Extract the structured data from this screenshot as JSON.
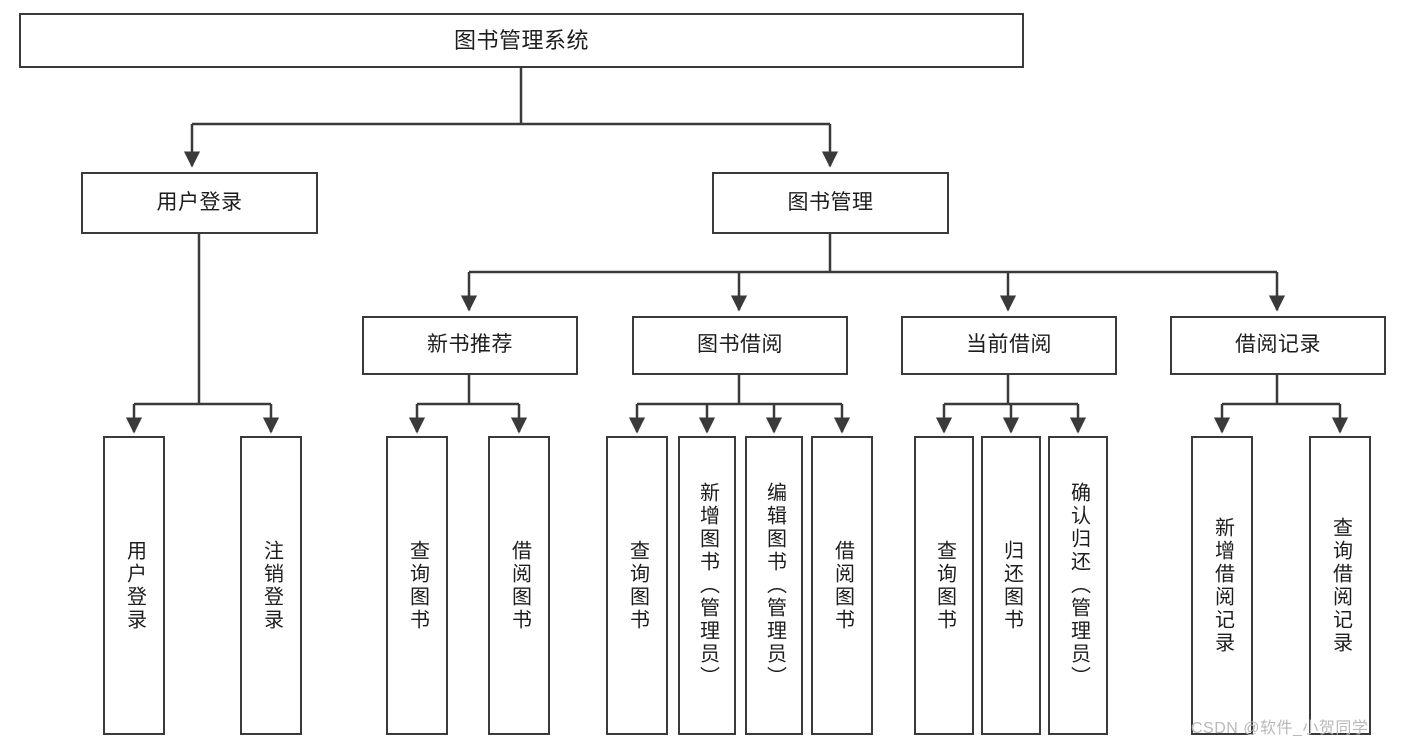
{
  "diagram": {
    "title": "图书管理系统",
    "type": "tree-hierarchy",
    "background_color": "#ffffff",
    "line_color": "#3a3a3a",
    "text_color": "#1d1d1d",
    "root": {
      "label": "图书管理系统"
    },
    "level1": [
      {
        "label": "用户登录"
      },
      {
        "label": "图书管理"
      }
    ],
    "level2": [
      {
        "label": "新书推荐"
      },
      {
        "label": "图书借阅"
      },
      {
        "label": "当前借阅"
      },
      {
        "label": "借阅记录"
      }
    ],
    "leaves": {
      "user_login": [
        {
          "label": "用户登录"
        },
        {
          "label": "注销登录"
        }
      ],
      "new_book_recommend": [
        {
          "label": "查询图书"
        },
        {
          "label": "借阅图书"
        }
      ],
      "book_borrow": [
        {
          "label": "查询图书"
        },
        {
          "label": "新增图书（管理员）"
        },
        {
          "label": "编辑图书（管理员）"
        },
        {
          "label": "借阅图书"
        }
      ],
      "current_borrow": [
        {
          "label": "查询图书"
        },
        {
          "label": "归还图书"
        },
        {
          "label": "确认归还（管理员）"
        }
      ],
      "borrow_record": [
        {
          "label": "新增借阅记录"
        },
        {
          "label": "查询借阅记录"
        }
      ]
    }
  },
  "watermark": {
    "text": "CSDN @软件_小贺同学"
  }
}
